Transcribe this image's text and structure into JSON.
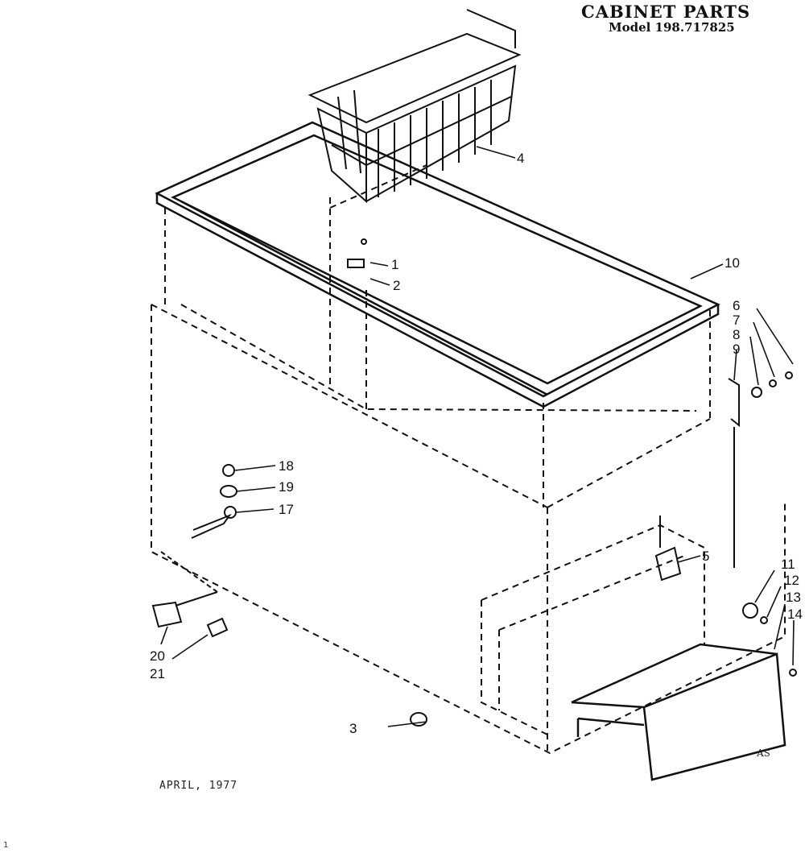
{
  "header": {
    "title": "CABINET PARTS",
    "model": "Model 198.717825"
  },
  "footer": {
    "date": "APRIL, 1977",
    "code": "AS",
    "corner_mark": "1"
  },
  "callouts": [
    {
      "id": "c1",
      "label": "1"
    },
    {
      "id": "c2",
      "label": "2"
    },
    {
      "id": "c3",
      "label": "3"
    },
    {
      "id": "c4",
      "label": "4"
    },
    {
      "id": "c5",
      "label": "5"
    },
    {
      "id": "c6",
      "label": "6"
    },
    {
      "id": "c7",
      "label": "7"
    },
    {
      "id": "c8",
      "label": "8"
    },
    {
      "id": "c9",
      "label": "9"
    },
    {
      "id": "c10",
      "label": "10"
    },
    {
      "id": "c11",
      "label": "11"
    },
    {
      "id": "c12",
      "label": "12"
    },
    {
      "id": "c13",
      "label": "13"
    },
    {
      "id": "c14",
      "label": "14"
    },
    {
      "id": "c17",
      "label": "17"
    },
    {
      "id": "c18",
      "label": "18"
    },
    {
      "id": "c19",
      "label": "19"
    },
    {
      "id": "c20",
      "label": "20"
    },
    {
      "id": "c21",
      "label": "21"
    }
  ],
  "colors": {
    "ink": "#111111",
    "paper": "#ffffff"
  }
}
